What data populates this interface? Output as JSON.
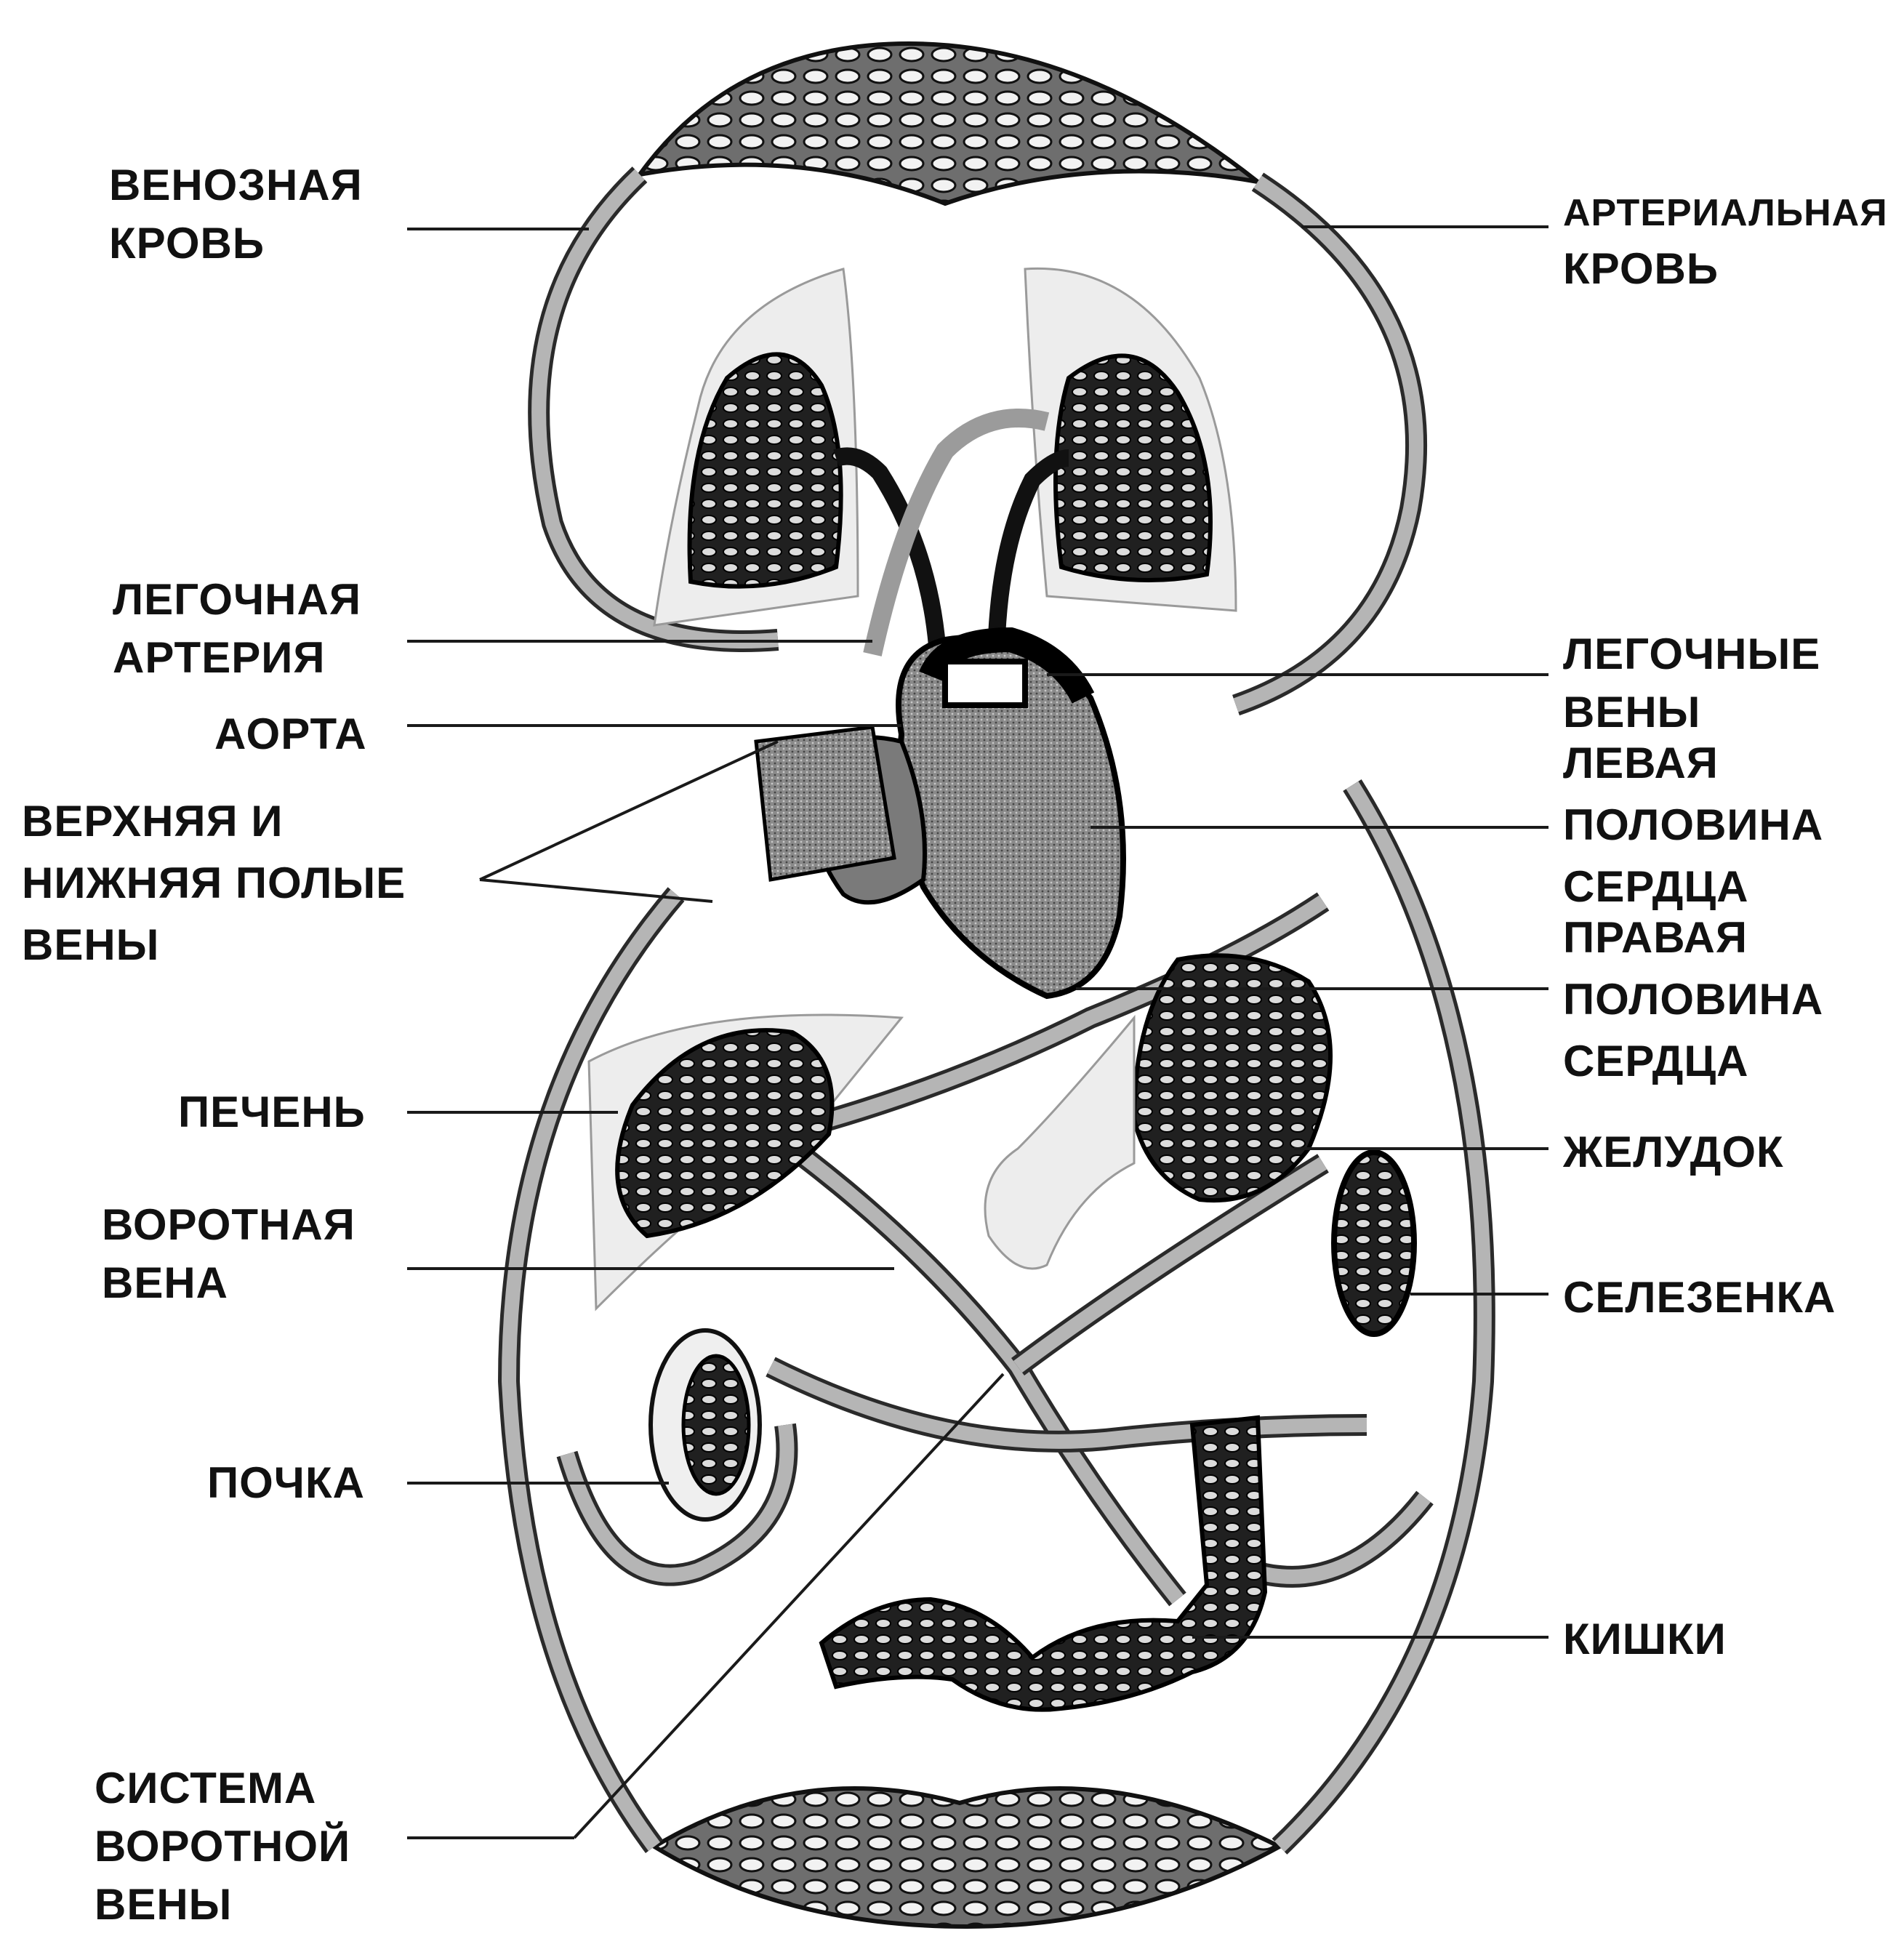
{
  "labels": {
    "venous_blood": [
      "ВЕНОЗНАЯ",
      "КРОВЬ"
    ],
    "arterial_blood": [
      "АРТЕРИАЛЬНАЯ",
      "КРОВЬ"
    ],
    "pulmonary_artery": [
      "ЛЕГОЧНАЯ",
      "АРТЕРИЯ"
    ],
    "aorta": [
      "АОРТА"
    ],
    "vena_cava": [
      "ВЕРХНЯЯ И",
      "НИЖНЯЯ ПОЛЫЕ",
      "ВЕНЫ"
    ],
    "liver": [
      "ПЕЧЕНЬ"
    ],
    "portal_vein": [
      "ВОРОТНАЯ",
      "ВЕНА"
    ],
    "kidney": [
      "ПОЧКА"
    ],
    "portal_system": [
      "СИСТЕМА",
      "ВОРОТНОЙ",
      "ВЕНЫ"
    ],
    "pulmonary_veins": [
      "ЛЕГОЧНЫЕ",
      "ВЕНЫ"
    ],
    "left_heart": [
      "ЛЕВАЯ",
      "ПОЛОВИНА",
      "СЕРДЦА"
    ],
    "right_heart": [
      "ПРАВАЯ",
      "ПОЛОВИНА",
      "СЕРДЦА"
    ],
    "stomach": [
      "ЖЕЛУДОК"
    ],
    "spleen": [
      "СЕЛЕЗЕНКА"
    ],
    "intestines": [
      "КИШКИ"
    ]
  },
  "colors": {
    "ink": "#111111",
    "vessel_dark": "#2a2a2a",
    "vessel_light": "#b5b5b5",
    "organ_gray": "#8c8c8c",
    "organ_pale": "#ededed",
    "background": "#ffffff"
  }
}
